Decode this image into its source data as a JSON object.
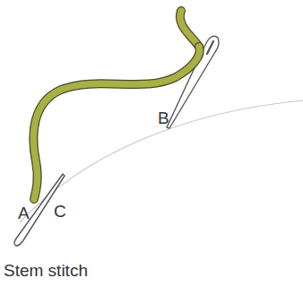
{
  "diagram": {
    "caption": "Stem stitch",
    "labels": [
      "A",
      "B",
      "C"
    ]
  }
}
